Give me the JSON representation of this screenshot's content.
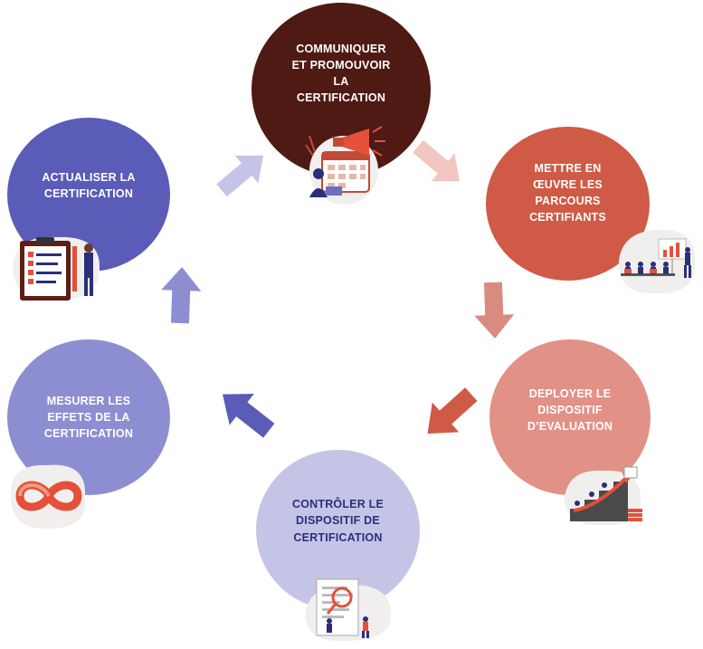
{
  "nodes": [
    {
      "id": "n1",
      "label": "COMMUNIQUER\nET PROMOUVOIR\nLA\nCERTIFICATION",
      "color": "#4f1a14"
    },
    {
      "id": "n2",
      "label": "METTRE EN\nŒUVRE LES\nPARCOURS\nCERTIFIANTS",
      "color": "#cf5a45"
    },
    {
      "id": "n3",
      "label": "DEPLOYER LE\nDISPOSITIF\nD’EVALUATION",
      "color": "#e19186"
    },
    {
      "id": "n4",
      "label": "CONTRÔLER LE\nDISPOSITIF DE\nCERTIFICATION",
      "color": "#c4c4e6"
    },
    {
      "id": "n5",
      "label": "MESURER LES\nEFFETS DE LA\nCERTIFICATION",
      "color": "#8d8ed2"
    },
    {
      "id": "n6",
      "label": "ACTUALISER LA\nCERTIFICATION",
      "color": "#5b5bb8"
    }
  ],
  "illustrations": [
    {
      "node": "n1",
      "icon": "megaphone-calendar-icon"
    },
    {
      "node": "n2",
      "icon": "classroom-presentation-icon"
    },
    {
      "node": "n3",
      "icon": "stairs-growth-icon"
    },
    {
      "node": "n4",
      "icon": "magnifier-inspection-icon"
    },
    {
      "node": "n5",
      "icon": "infinity-icon"
    },
    {
      "node": "n6",
      "icon": "clipboard-checklist-icon"
    }
  ],
  "arrow_colors": {
    "a1": "#f2c6c0",
    "a2": "#d98b80",
    "a3": "#cf5a45",
    "a4": "#5b5bb8",
    "a5": "#8d8ed2",
    "a6": "#c4c4e6"
  }
}
